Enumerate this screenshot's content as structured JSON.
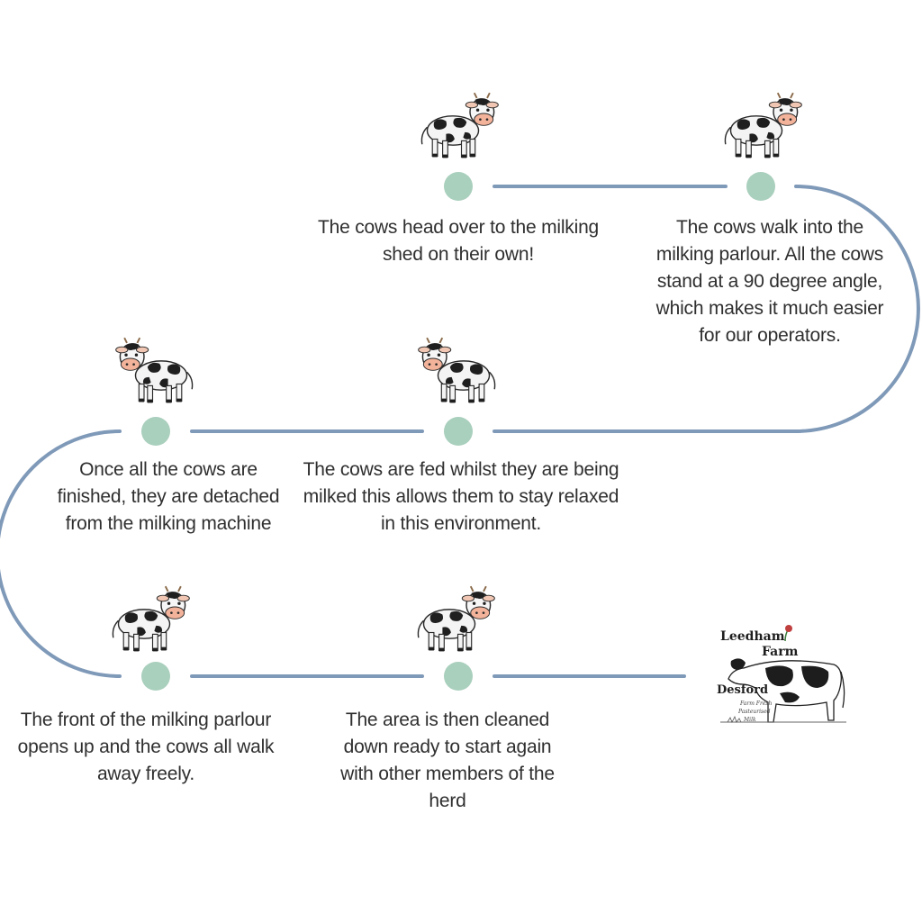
{
  "colors": {
    "path": "#7f99b8",
    "node": "#a9cfbd",
    "text": "#2f2f2f"
  },
  "steps": [
    {
      "text": "The cows head over to the milking shed on their own!",
      "icon": "cow-icon"
    },
    {
      "text": "The cows walk into the milking parlour. All the cows stand at a 90 degree angle, which makes it much easier for our operators.",
      "icon": "cow-icon"
    },
    {
      "text": "The cows are fed whilst they are being milked this allows them to stay relaxed in this environment.",
      "icon": "cow-icon"
    },
    {
      "text": "Once all the cows are finished, they are detached from the milking machine",
      "icon": "cow-icon"
    },
    {
      "text": "The front of the milking parlour opens up and the cows all walk away freely.",
      "icon": "cow-icon"
    },
    {
      "text": "The area is then cleaned down ready to start again with other members of the herd",
      "icon": "cow-icon"
    }
  ],
  "logo": {
    "line1": "Leedham",
    "line2": "Farm",
    "line3": "Desford",
    "tagline1": "Farm Fresh",
    "tagline2": "Pasteurised",
    "tagline3": "Milk"
  }
}
